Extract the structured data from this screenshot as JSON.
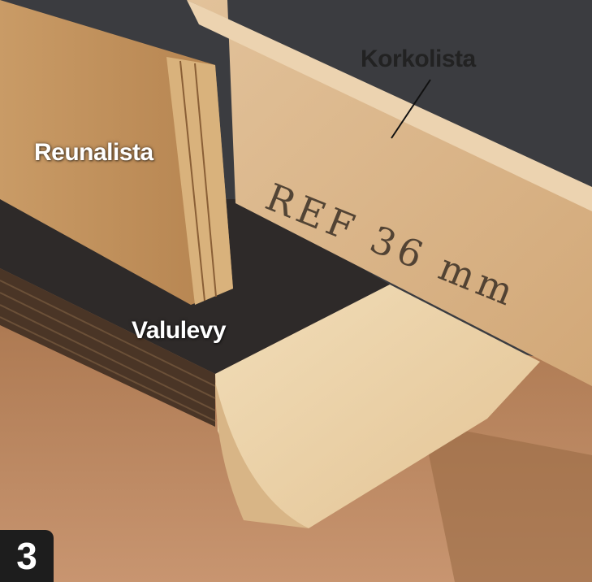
{
  "figure": {
    "step_number": "3",
    "labels": {
      "korkolista": "Korkolista",
      "reunalista": "Reunalista",
      "valulevy": "Valulevy"
    },
    "handwritten_marking": "REF 36 mm"
  }
}
